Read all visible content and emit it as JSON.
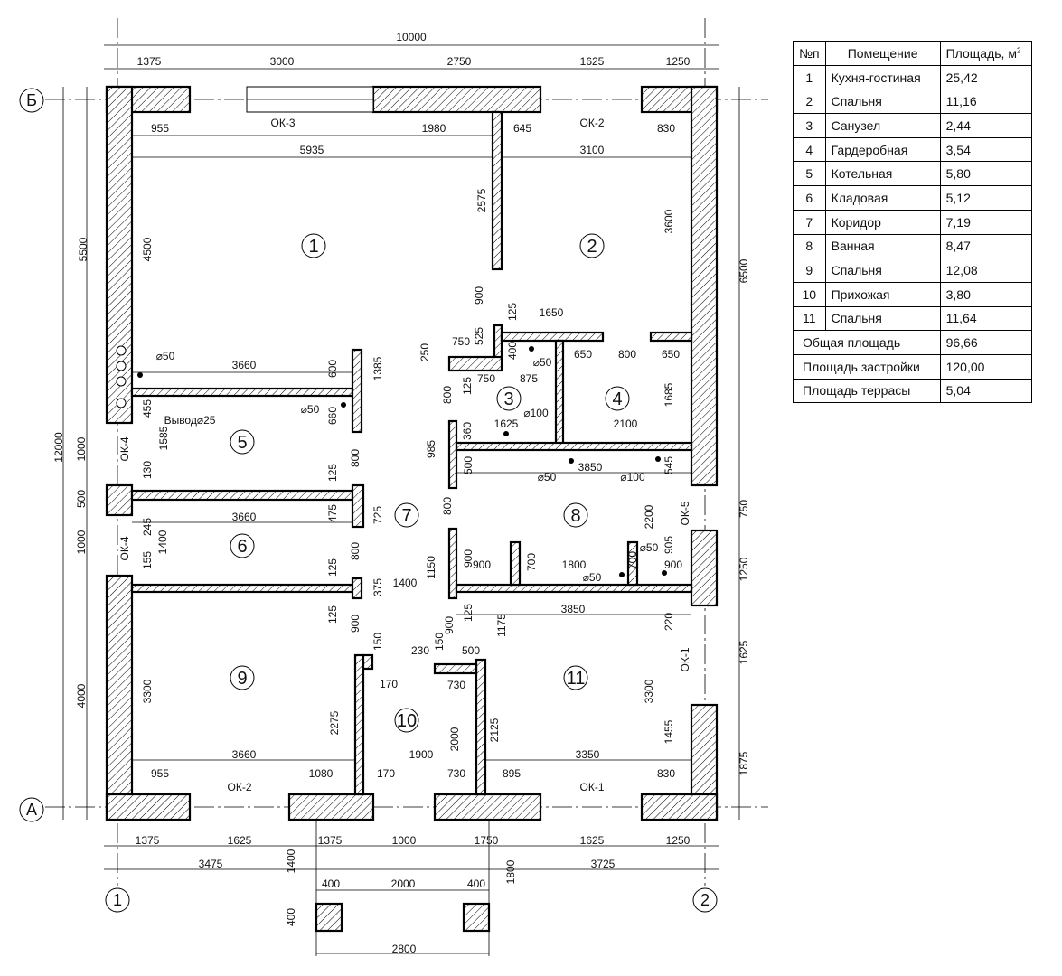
{
  "table": {
    "headers": {
      "num": "№п",
      "room": "Помещение",
      "area": "Площадь, м",
      "area_sup": "2"
    },
    "rows": [
      {
        "n": "1",
        "name": "Кухня-гостиная",
        "area": "25,42"
      },
      {
        "n": "2",
        "name": "Спальня",
        "area": "11,16"
      },
      {
        "n": "3",
        "name": "Санузел",
        "area": "2,44"
      },
      {
        "n": "4",
        "name": "Гардеробная",
        "area": "3,54"
      },
      {
        "n": "5",
        "name": "Котельная",
        "area": "5,80"
      },
      {
        "n": "6",
        "name": "Кладовая",
        "area": "5,12"
      },
      {
        "n": "7",
        "name": "Коридор",
        "area": "7,19"
      },
      {
        "n": "8",
        "name": "Ванная",
        "area": "8,47"
      },
      {
        "n": "9",
        "name": "Спальня",
        "area": "12,08"
      },
      {
        "n": "10",
        "name": "Прихожая",
        "area": "3,80"
      },
      {
        "n": "11",
        "name": "Спальня",
        "area": "11,64"
      }
    ],
    "totals": [
      {
        "label": "Общая площадь",
        "value": "96,66"
      },
      {
        "label": "Площадь застройки",
        "value": "120,00"
      },
      {
        "label": "Площадь террасы",
        "value": "5,04"
      }
    ]
  },
  "plan": {
    "axes": {
      "top": "Б",
      "bottom": "А",
      "left": "1",
      "right": "2"
    },
    "rooms": [
      "1",
      "2",
      "3",
      "4",
      "5",
      "6",
      "7",
      "8",
      "9",
      "10",
      "11"
    ],
    "dims": [
      "10000",
      "1375",
      "3000",
      "2750",
      "1625",
      "1250",
      "955",
      "ОК-3",
      "1980",
      "645",
      "ОК-2",
      "830",
      "5935",
      "3100",
      "2575",
      "4500",
      "3600",
      "5500",
      "6500",
      "12000",
      "900",
      "125",
      "1650",
      "525",
      "750",
      "250",
      "400",
      "⌀50",
      "650",
      "800",
      "650",
      "⌀50",
      "3660",
      "600",
      "1385",
      "125",
      "750",
      "875",
      "800",
      "1685",
      "455",
      "⌀50",
      "660",
      "Вывод⌀25",
      "⌀100",
      "1625",
      "360",
      "2100",
      "1000",
      "1585",
      "ОК-4",
      "800",
      "985",
      "500",
      "⌀50",
      "3850",
      "⌀100",
      "545",
      "130",
      "125",
      "500",
      "725",
      "3660",
      "475",
      "800",
      "2200",
      "ОК-5",
      "750",
      "245",
      "1400",
      "ОК-4",
      "1000",
      "800",
      "⌀50",
      "905",
      "155",
      "125",
      "1150",
      "900",
      "900",
      "700",
      "1800",
      "700",
      "900",
      "1250",
      "⌀50",
      "375",
      "1400",
      "3850",
      "125",
      "900",
      "125",
      "900",
      "1175",
      "220",
      "150",
      "230",
      "150",
      "500",
      "ОК-1",
      "1625",
      "3300",
      "170",
      "730",
      "3300",
      "4000",
      "2275",
      "2000",
      "2125",
      "1455",
      "3660",
      "1900",
      "3350",
      "1875",
      "955",
      "ОК-2",
      "1080",
      "170",
      "730",
      "895",
      "ОК-1",
      "830",
      "1375",
      "1625",
      "1375",
      "1000",
      "1750",
      "1625",
      "1250",
      "3475",
      "3725",
      "1400",
      "1800",
      "400",
      "2000",
      "400",
      "400",
      "2800"
    ]
  }
}
